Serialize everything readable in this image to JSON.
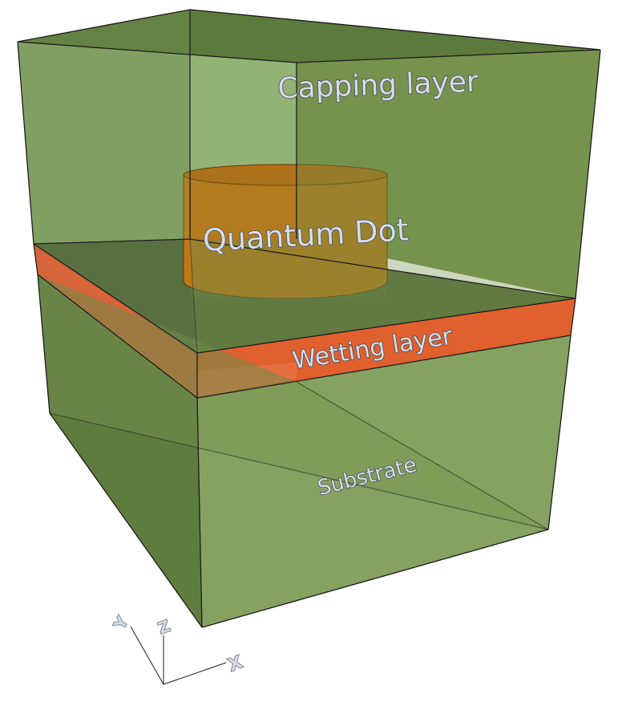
{
  "labels": {
    "capping": "Capping layer",
    "quantum_dot": "Quantum Dot",
    "wetting": "Wetting layer",
    "substrate": "Substrate"
  },
  "axes": {
    "x": "X",
    "y": "Y",
    "z": "Z"
  },
  "colors": {
    "green_material": "#6e8f48",
    "wetting_layer": "#e0602e",
    "quantum_dot": "#c87514",
    "label_fill": "#d7dde6"
  }
}
